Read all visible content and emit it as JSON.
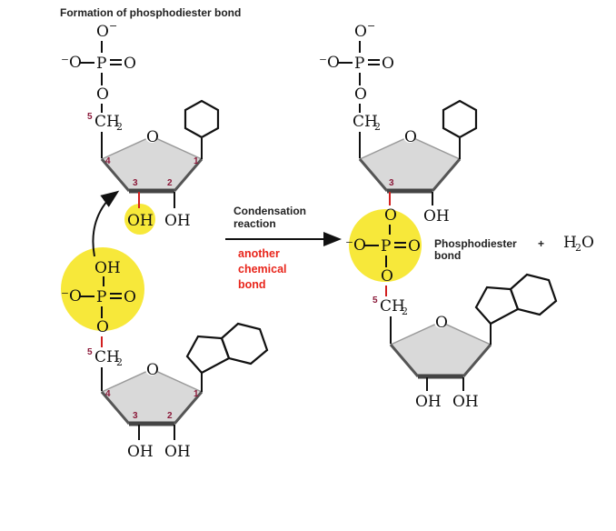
{
  "title": "Formation of phosphodiester bond",
  "labels": {
    "o_minus": "O",
    "minus_sign": "−",
    "neg_o": "⁻O",
    "p": "P",
    "o": "O",
    "oh": "OH",
    "ch2": "CH",
    "sub2": "2",
    "pos5": "5",
    "pos4": "4",
    "pos3": "3",
    "pos2": "2",
    "pos1": "1",
    "reaction_line1": "Condensation",
    "reaction_line2": "reaction",
    "annotation_line1": "another",
    "annotation_line2": "chemical",
    "annotation_line3": "bond",
    "product_label_line1": "Phosphodiester",
    "product_label_line2": "bond",
    "plus": "+",
    "water_h": "H",
    "water_sub": "2",
    "water_o": "O"
  },
  "colors": {
    "highlight": "#f7e83a",
    "sugar_fill": "#d9d9d9",
    "sugar_edge": "#9a9a9a",
    "bond_red": "#d21f1f",
    "annotation_red": "#e8261c",
    "position_numbers": "#8b1a3a"
  }
}
